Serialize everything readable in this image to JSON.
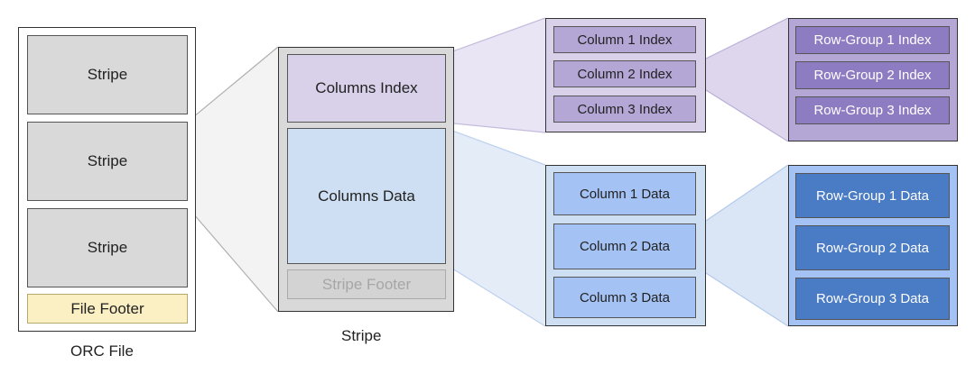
{
  "orc_file": {
    "caption": "ORC File",
    "stripes": [
      "Stripe",
      "Stripe",
      "Stripe"
    ],
    "file_footer": "File Footer"
  },
  "stripe": {
    "caption": "Stripe",
    "columns_index": "Columns Index",
    "columns_data": "Columns Data",
    "stripe_footer": "Stripe Footer"
  },
  "column_index": {
    "items": [
      "Column 1 Index",
      "Column 2 Index",
      "Column 3 Index"
    ]
  },
  "row_group_index": {
    "items": [
      "Row-Group 1 Index",
      "Row-Group 2 Index",
      "Row-Group 3 Index"
    ]
  },
  "column_data": {
    "items": [
      "Column 1 Data",
      "Column 2 Data",
      "Column 3 Data"
    ]
  },
  "row_group_data": {
    "items": [
      "Row-Group 1 Data",
      "Row-Group 2 Data",
      "Row-Group 3 Data"
    ]
  },
  "colors": {
    "stripe_gray": "#d9d9d9",
    "file_footer_yellow": "#fbefc4",
    "index_purple_light": "#d9d0ea",
    "index_purple": "#b4a7d6",
    "index_purple_dark": "#8e7cc3",
    "data_blue_light": "#cfdff3",
    "data_blue": "#a4c2f4",
    "data_blue_dark": "#4a7bc5"
  }
}
